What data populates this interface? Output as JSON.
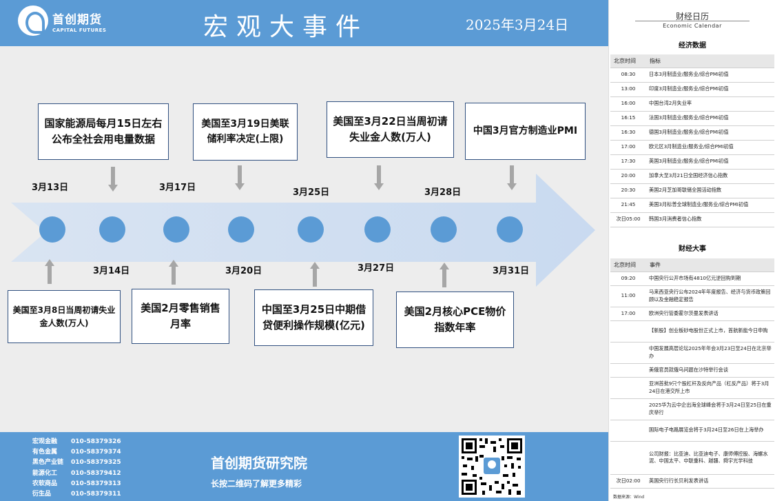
{
  "header": {
    "logo_cn": "首创期货",
    "logo_en": "CAPITAL FUTURES",
    "title": "宏观大事件",
    "date": "2025年3月24日"
  },
  "timeline": {
    "dates_top": [
      "3月13日",
      "3月17日",
      "3月25日",
      "3月28日"
    ],
    "dates_bottom": [
      "3月14日",
      "3月20日",
      "3月27日",
      "3月31日"
    ],
    "events_top": [
      "国家能源局每月15日左右公布全社会用电量数据",
      "美国至3月19日美联储利率决定(上限)",
      "美国至3月22日当周初请失业金人数(万人)",
      "中国3月官方制造业PMI"
    ],
    "events_bottom": [
      "美国至3月8日当周初请失业金人数(万人)",
      "美国2月零售销售月率",
      "中国至3月25日中期借贷便利操作规模(亿元)",
      "美国2月核心PCE物价指数年率"
    ]
  },
  "footer": {
    "contacts": [
      {
        "label": "宏观金融",
        "phone": "010-58379326"
      },
      {
        "label": "有色金属",
        "phone": "010-58379374"
      },
      {
        "label": "黑色产业链",
        "phone": "010-58379325"
      },
      {
        "label": "能源化工",
        "phone": "010-58379412"
      },
      {
        "label": "农软商品",
        "phone": "010-58379313"
      },
      {
        "label": "衍生品",
        "phone": "010-58379311"
      }
    ],
    "title": "首创期货研究院",
    "subtitle": "长按二维码了解更多精彩"
  },
  "calendar": {
    "title": "财经日历",
    "subtitle": "Economic Calendar",
    "econ_section": "经济数据",
    "econ_headers": [
      "北京时间",
      "指标"
    ],
    "econ_rows": [
      [
        "08:30",
        "日本3月制造业/服务业/综合PMI初值"
      ],
      [
        "13:00",
        "印度3月制造业/服务业/综合PMI初值"
      ],
      [
        "16:00",
        "中国台湾2月失业率"
      ],
      [
        "16:15",
        "法国3月制造业/服务业/综合PMI初值"
      ],
      [
        "16:30",
        "德国3月制造业/服务业/综合PMI初值"
      ],
      [
        "17:00",
        "欧元区3月制造业/服务业/综合PMI初值"
      ],
      [
        "17:30",
        "英国3月制造业/服务业/综合PMI初值"
      ],
      [
        "20:00",
        "加拿大至3月21日全国经济信心指数"
      ],
      [
        "20:30",
        "美国2月芝加哥联储全国活动指数"
      ],
      [
        "21:45",
        "美国3月标普全球制造业/服务业/综合PMI初值"
      ],
      [
        "次日05:00",
        "韩国3月消费者信心指数"
      ]
    ],
    "events_section": "财经大事",
    "events_headers": [
      "北京时间",
      "事件"
    ],
    "events_rows": [
      [
        "09:20",
        "中国央行公开市场有4810亿元逆回购到期"
      ],
      [
        "11:00",
        "马来西亚央行公布2024年年度报告、经济与货币政策回顾以及金融稳定报告"
      ],
      [
        "17:00",
        "欧洲央行管委霍尔茨曼发表讲话"
      ],
      [
        "",
        "【新股】创业板砂电股份正式上市，首航新能今日申购"
      ],
      [
        "",
        "中国发展高层论坛2025年年会3月23日至24日在北京举办"
      ],
      [
        "",
        "美俄官员就俄乌问题在沙特举行会谈"
      ],
      [
        "",
        "亚洲首批9只个股杠杆及反向产品（杠反产品）将于3月24日在港交所上市"
      ],
      [
        "",
        "2025华为云中企出海全球峰会将于3月24日至25日在重庆举行"
      ],
      [
        "",
        "国际电子电路展览会将于3月24日至26日在上海举办"
      ],
      [
        "",
        "公司财报：比亚迪、比亚迪电子、康师傅控股、海螺水泥、中国太平、中联重科、越疆、舜宇光学科技"
      ],
      [
        "次日02:00",
        "英国央行行长贝利发表讲话"
      ]
    ],
    "source": "数据来源：Wind"
  }
}
